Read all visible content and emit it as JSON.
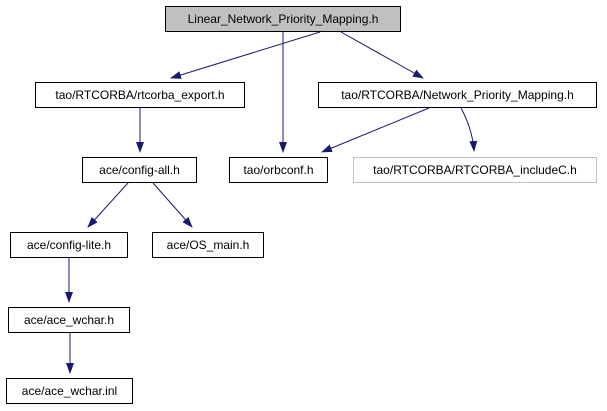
{
  "diagram": {
    "type": "include-dependency-graph",
    "root_file": "Linear_Network_Priority_Mapping.h",
    "colors": {
      "background": "#ffffff",
      "edge": "#191970",
      "root_node_fill": "#c0c0c0",
      "node_fill": "#ffffff",
      "node_border": "#000000",
      "external_node_border": "#c0c0c0",
      "text": "#000000"
    },
    "nodes": [
      {
        "id": "root",
        "label": "Linear_Network_Priority_Mapping.h"
      },
      {
        "id": "rtcorba_export",
        "label": "tao/RTCORBA/rtcorba_export.h"
      },
      {
        "id": "network_priority_mapping",
        "label": "tao/RTCORBA/Network_Priority_Mapping.h"
      },
      {
        "id": "config_all",
        "label": "ace/config-all.h"
      },
      {
        "id": "orbconf",
        "label": "tao/orbconf.h"
      },
      {
        "id": "rtcorba_includec",
        "label": "tao/RTCORBA/RTCORBA_includeC.h"
      },
      {
        "id": "config_lite",
        "label": "ace/config-lite.h"
      },
      {
        "id": "os_main",
        "label": "ace/OS_main.h"
      },
      {
        "id": "ace_wchar_h",
        "label": "ace/ace_wchar.h"
      },
      {
        "id": "ace_wchar_inl",
        "label": "ace/ace_wchar.inl"
      }
    ],
    "edges": [
      {
        "from": "Linear_Network_Priority_Mapping.h",
        "to": "tao/RTCORBA/rtcorba_export.h"
      },
      {
        "from": "Linear_Network_Priority_Mapping.h",
        "to": "tao/orbconf.h"
      },
      {
        "from": "Linear_Network_Priority_Mapping.h",
        "to": "tao/RTCORBA/Network_Priority_Mapping.h"
      },
      {
        "from": "tao/RTCORBA/rtcorba_export.h",
        "to": "ace/config-all.h"
      },
      {
        "from": "tao/RTCORBA/Network_Priority_Mapping.h",
        "to": "tao/orbconf.h"
      },
      {
        "from": "tao/RTCORBA/Network_Priority_Mapping.h",
        "to": "tao/RTCORBA/RTCORBA_includeC.h"
      },
      {
        "from": "ace/config-all.h",
        "to": "ace/config-lite.h"
      },
      {
        "from": "ace/config-all.h",
        "to": "ace/OS_main.h"
      },
      {
        "from": "ace/config-lite.h",
        "to": "ace/ace_wchar.h"
      },
      {
        "from": "ace/ace_wchar.h",
        "to": "ace/ace_wchar.inl"
      }
    ]
  }
}
